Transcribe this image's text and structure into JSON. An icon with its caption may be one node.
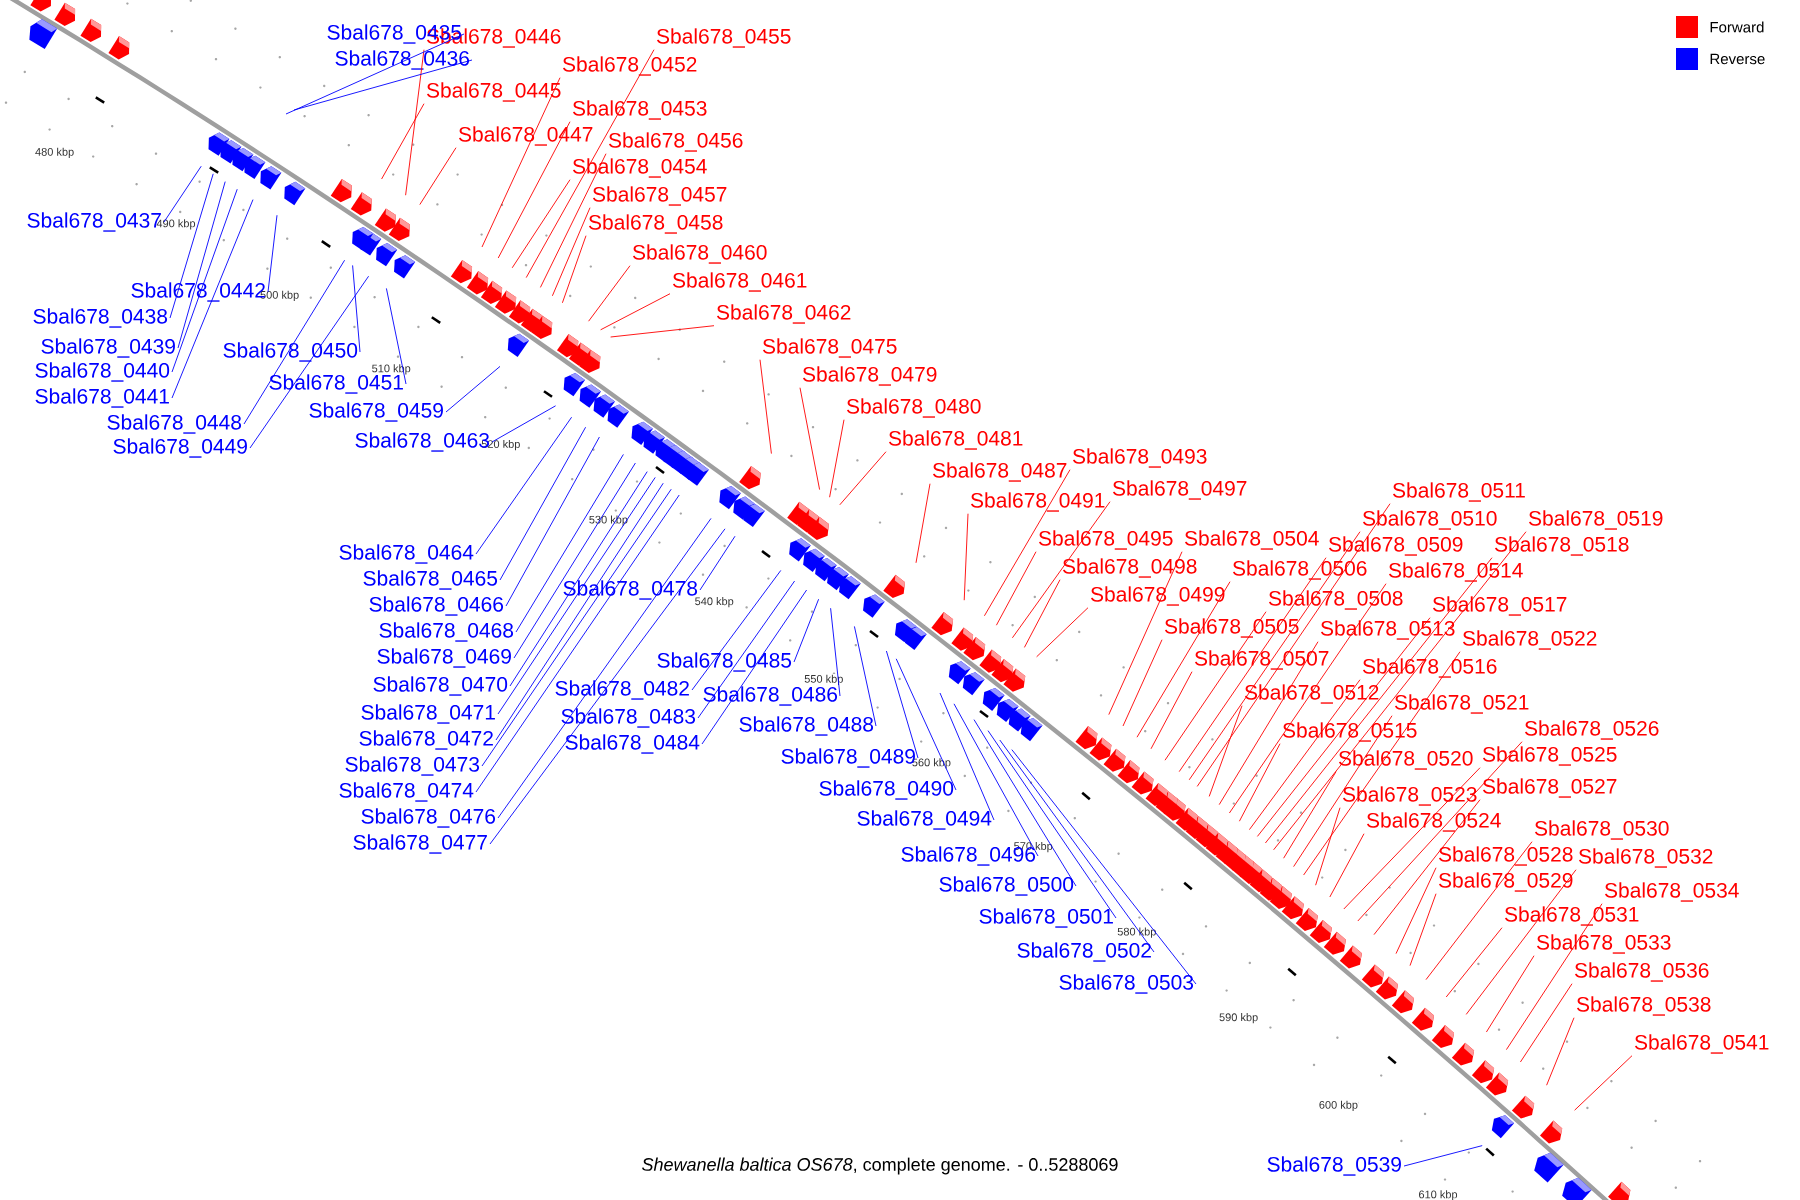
{
  "diagram": {
    "caption": "*Shewanella baltica OS678*, complete genome. - 0..5288069",
    "nodes": [
      {
        "text": [
          "Sbal678_0446"
        ]
      },
      {
        "text": [
          "Sbal678_0455"
        ]
      },
      {
        "text": [
          "Sbal678_0452"
        ]
      },
      {
        "text": [
          "Sbal678_0445"
        ]
      },
      {
        "text": [
          "Sbal678_0453"
        ]
      },
      {
        "text": [
          "Sbal678_0447"
        ]
      },
      {
        "text": [
          "Sbal678_0456"
        ]
      },
      {
        "text": [
          "Sbal678_0454"
        ]
      },
      {
        "text": [
          "Sbal678_0457"
        ]
      },
      {
        "text": [
          "Sbal678_0458"
        ]
      },
      {
        "text": [
          "Sbal678_0460"
        ]
      },
      {
        "text": [
          "Sbal678_0461"
        ]
      },
      {
        "text": [
          "Sbal678_0462"
        ]
      },
      {
        "text": [
          "Sbal678_0475"
        ]
      },
      {
        "text": [
          "Sbal678_0479"
        ]
      },
      {
        "text": [
          "Sbal678_0480"
        ]
      },
      {
        "text": [
          "Sbal678_0481"
        ]
      },
      {
        "text": [
          "Sbal678_0487"
        ]
      },
      {
        "text": [
          "Sbal678_0493"
        ]
      },
      {
        "text": [
          "Sbal678_0491"
        ]
      },
      {
        "text": [
          "Sbal678_0497"
        ]
      },
      {
        "text": [
          "Sbal678_0511"
        ]
      },
      {
        "text": [
          "Sbal678_0510"
        ]
      },
      {
        "text": [
          "Sbal678_0519"
        ]
      },
      {
        "text": [
          "Sbal678_0509"
        ]
      },
      {
        "text": [
          "Sbal678_0518"
        ]
      },
      {
        "text": [
          "Sbal678_0495"
        ]
      },
      {
        "text": [
          "Sbal678_0504"
        ]
      },
      {
        "text": [
          "Sbal678_0498"
        ]
      },
      {
        "text": [
          "Sbal678_0506"
        ]
      },
      {
        "text": [
          "Sbal678_0514"
        ]
      },
      {
        "text": [
          "Sbal678_0499"
        ]
      },
      {
        "text": [
          "Sbal678_0508"
        ]
      },
      {
        "text": [
          "Sbal678_0517"
        ]
      },
      {
        "text": [
          "Sbal678_0505"
        ]
      },
      {
        "text": [
          "Sbal678_0513"
        ]
      },
      {
        "text": [
          "Sbal678_0522"
        ]
      },
      {
        "text": [
          "Sbal678_0507"
        ]
      },
      {
        "text": [
          "Sbal678_0516"
        ]
      },
      {
        "text": [
          "Sbal678_0512"
        ]
      },
      {
        "text": [
          "Sbal678_0521"
        ]
      },
      {
        "text": [
          "Sbal678_0515"
        ]
      },
      {
        "text": [
          "Sbal678_0526"
        ]
      },
      {
        "text": [
          "Sbal678_0520"
        ]
      },
      {
        "text": [
          "Sbal678_0525"
        ]
      },
      {
        "text": [
          "Sbal678_0523"
        ]
      },
      {
        "text": [
          "Sbal678_0527"
        ]
      },
      {
        "text": [
          "Sbal678_0524"
        ]
      },
      {
        "text": [
          "Sbal678_0530"
        ]
      },
      {
        "text": [
          "Sbal678_0528"
        ]
      },
      {
        "text": [
          "Sbal678_0532"
        ]
      },
      {
        "text": [
          "Sbal678_0529"
        ]
      },
      {
        "text": [
          "Sbal678_0534"
        ]
      },
      {
        "text": [
          "Sbal678_0531"
        ]
      },
      {
        "text": [
          "Sbal678_0533"
        ]
      },
      {
        "text": [
          "Sbal678_0536"
        ]
      },
      {
        "text": [
          "Sbal678_0538"
        ]
      },
      {
        "text": [
          "Sbal678_0541"
        ]
      },
      {
        "text": [
          "Sbal678_0435"
        ]
      },
      {
        "text": [
          "Sbal678_0436"
        ]
      },
      {
        "text": [
          "Sbal678_0437"
        ]
      },
      {
        "text": [
          "Sbal678_0442"
        ]
      },
      {
        "text": [
          "Sbal678_0438"
        ]
      },
      {
        "text": [
          "Sbal678_0439"
        ]
      },
      {
        "text": [
          "Sbal678_0440"
        ]
      },
      {
        "text": [
          "Sbal678_0441"
        ]
      },
      {
        "text": [
          "Sbal678_0450"
        ]
      },
      {
        "text": [
          "Sbal678_0451"
        ]
      },
      {
        "text": [
          "Sbal678_0448"
        ]
      },
      {
        "text": [
          "Sbal678_0459"
        ]
      },
      {
        "text": [
          "Sbal678_0449"
        ]
      },
      {
        "text": [
          "Sbal678_0463"
        ]
      },
      {
        "text": [
          "Sbal678_0464"
        ]
      },
      {
        "text": [
          "Sbal678_0465"
        ]
      },
      {
        "text": [
          "Sbal678_0466"
        ]
      },
      {
        "text": [
          "Sbal678_0468"
        ]
      },
      {
        "text": [
          "Sbal678_0469"
        ]
      },
      {
        "text": [
          "Sbal678_0470"
        ]
      },
      {
        "text": [
          "Sbal678_0471"
        ]
      },
      {
        "text": [
          "Sbal678_0472"
        ]
      },
      {
        "text": [
          "Sbal678_0473"
        ]
      },
      {
        "text": [
          "Sbal678_0474"
        ]
      },
      {
        "text": [
          "Sbal678_0476"
        ]
      },
      {
        "text": [
          "Sbal678_0477"
        ]
      },
      {
        "text": [
          "Sbal678_0478"
        ]
      },
      {
        "text": [
          "Sbal678_0485"
        ]
      },
      {
        "text": [
          "Sbal678_0482"
        ]
      },
      {
        "text": [
          "Sbal678_0486"
        ]
      },
      {
        "text": [
          "Sbal678_0483"
        ]
      },
      {
        "text": [
          "Sbal678_0484"
        ]
      },
      {
        "text": [
          "Sbal678_0488"
        ]
      },
      {
        "text": [
          "Sbal678_0489"
        ]
      },
      {
        "text": [
          "Sbal678_0490"
        ]
      },
      {
        "text": [
          "Sbal678_0494"
        ]
      },
      {
        "text": [
          "Sbal678_0496"
        ]
      },
      {
        "text": [
          "Sbal678_0500"
        ]
      },
      {
        "text": [
          "Sbal678_0501"
        ]
      },
      {
        "text": [
          "Sbal678_0502"
        ]
      },
      {
        "text": [
          "Sbal678_0503"
        ]
      },
      {
        "text": [
          "Sbal678_0539"
        ]
      }
    ],
    "edges": [
      {
        "from": 0,
        "to": null,
        "arrow": "none"
      },
      {
        "from": 1,
        "to": null,
        "arrow": "none"
      },
      {
        "from": 2,
        "to": null,
        "arrow": "none"
      },
      {
        "from": 3,
        "to": null,
        "arrow": "none"
      },
      {
        "from": 4,
        "to": null,
        "arrow": "none"
      },
      {
        "from": 5,
        "to": null,
        "arrow": "none"
      },
      {
        "from": 6,
        "to": null,
        "arrow": "none"
      },
      {
        "from": 7,
        "to": null,
        "arrow": "none"
      },
      {
        "from": 8,
        "to": null,
        "arrow": "none"
      },
      {
        "from": 9,
        "to": null,
        "arrow": "none"
      },
      {
        "from": 10,
        "to": null,
        "arrow": "none"
      },
      {
        "from": 11,
        "to": null,
        "arrow": "none"
      },
      {
        "from": 12,
        "to": null,
        "arrow": "none"
      },
      {
        "from": 13,
        "to": null,
        "arrow": "none"
      },
      {
        "from": 14,
        "to": null,
        "arrow": "none"
      },
      {
        "from": 15,
        "to": null,
        "arrow": "none"
      },
      {
        "from": 16,
        "to": null,
        "arrow": "none"
      },
      {
        "from": 17,
        "to": null,
        "arrow": "none"
      },
      {
        "from": 18,
        "to": null,
        "arrow": "none"
      },
      {
        "from": 19,
        "to": null,
        "arrow": "none"
      },
      {
        "from": 20,
        "to": null,
        "arrow": "none"
      },
      {
        "from": 21,
        "to": null,
        "arrow": "none"
      },
      {
        "from": 22,
        "to": null,
        "arrow": "none"
      },
      {
        "from": 23,
        "to": null,
        "arrow": "none"
      },
      {
        "from": 24,
        "to": null,
        "arrow": "none"
      },
      {
        "from": 25,
        "to": null,
        "arrow": "none"
      },
      {
        "from": 26,
        "to": null,
        "arrow": "none"
      },
      {
        "from": 27,
        "to": null,
        "arrow": "none"
      },
      {
        "from": 28,
        "to": null,
        "arrow": "none"
      },
      {
        "from": 29,
        "to": null,
        "arrow": "none"
      },
      {
        "from": 30,
        "to": null,
        "arrow": "none"
      },
      {
        "from": 31,
        "to": null,
        "arrow": "none"
      },
      {
        "from": 32,
        "to": null,
        "arrow": "none"
      },
      {
        "from": 33,
        "to": null,
        "arrow": "none"
      },
      {
        "from": 34,
        "to": null,
        "arrow": "none"
      },
      {
        "from": 35,
        "to": null,
        "arrow": "none"
      },
      {
        "from": 36,
        "to": null,
        "arrow": "none"
      },
      {
        "from": 37,
        "to": null,
        "arrow": "none"
      },
      {
        "from": 38,
        "to": null,
        "arrow": "none"
      },
      {
        "from": 39,
        "to": null,
        "arrow": "none"
      },
      {
        "from": 40,
        "to": null,
        "arrow": "none"
      },
      {
        "from": 41,
        "to": null,
        "arrow": "none"
      },
      {
        "from": 42,
        "to": null,
        "arrow": "none"
      },
      {
        "from": 43,
        "to": null,
        "arrow": "none"
      },
      {
        "from": 44,
        "to": null,
        "arrow": "none"
      },
      {
        "from": 45,
        "to": null,
        "arrow": "none"
      },
      {
        "from": 46,
        "to": null,
        "arrow": "none"
      },
      {
        "from": 47,
        "to": null,
        "arrow": "none"
      },
      {
        "from": 48,
        "to": null,
        "arrow": "none"
      },
      {
        "from": 49,
        "to": null,
        "arrow": "none"
      },
      {
        "from": 50,
        "to": null,
        "arrow": "none"
      },
      {
        "from": 51,
        "to": null,
        "arrow": "none"
      },
      {
        "from": 52,
        "to": null,
        "arrow": "none"
      },
      {
        "from": 53,
        "to": null,
        "arrow": "none"
      },
      {
        "from": 54,
        "to": null,
        "arrow": "none"
      },
      {
        "from": 55,
        "to": null,
        "arrow": "none"
      },
      {
        "from": 56,
        "to": null,
        "arrow": "none"
      },
      {
        "from": 57,
        "to": null,
        "arrow": "none"
      },
      {
        "from": 58,
        "to": null,
        "arrow": "none",
        "color": "#0000ff"
      },
      {
        "from": 59,
        "to": null,
        "arrow": "none",
        "color": "#0000ff"
      },
      {
        "from": 60,
        "to": null,
        "arrow": "none",
        "color": "#0000ff"
      },
      {
        "from": 61,
        "to": null,
        "arrow": "none",
        "color": "#0000ff"
      },
      {
        "from": 62,
        "to": null,
        "arrow": "none",
        "color": "#0000ff"
      },
      {
        "from": 63,
        "to": null,
        "arrow": "none",
        "color": "#0000ff"
      },
      {
        "from": 64,
        "to": null,
        "arrow": "none",
        "color": "#0000ff"
      },
      {
        "from": 65,
        "to": null,
        "arrow": "none",
        "color": "#0000ff"
      },
      {
        "from": 66,
        "to": null,
        "arrow": "none",
        "color": "#0000ff"
      },
      {
        "from": 67,
        "to": null,
        "arrow": "none",
        "color": "#0000ff"
      },
      {
        "from": 68,
        "to": null,
        "arrow": "none",
        "color": "#0000ff"
      },
      {
        "from": 69,
        "to": null,
        "arrow": "none",
        "color": "#0000ff"
      },
      {
        "from": 70,
        "to": null,
        "arrow": "none",
        "color": "#0000ff"
      },
      {
        "from": 71,
        "to": null,
        "arrow": "none",
        "color": "#0000ff"
      },
      {
        "from": 72,
        "to": null,
        "arrow": "none",
        "color": "#0000ff"
      },
      {
        "from": 73,
        "to": null,
        "arrow": "none",
        "color": "#0000ff"
      },
      {
        "from": 74,
        "to": null,
        "arrow": "none",
        "color": "#0000ff"
      },
      {
        "from": 75,
        "to": null,
        "arrow": "none",
        "color": "#0000ff"
      },
      {
        "from": 76,
        "to": null,
        "arrow": "none",
        "color": "#0000ff"
      },
      {
        "from": 77,
        "to": null,
        "arrow": "none",
        "color": "#0000ff"
      },
      {
        "from": 78,
        "to": null,
        "arrow": "none",
        "color": "#0000ff"
      },
      {
        "from": 79,
        "to": null,
        "arrow": "none",
        "color": "#0000ff"
      },
      {
        "from": 80,
        "to": null,
        "arrow": "none",
        "color": "#0000ff"
      },
      {
        "from": 81,
        "to": null,
        "arrow": "none",
        "color": "#0000ff"
      },
      {
        "from": 82,
        "to": null,
        "arrow": "none",
        "color": "#0000ff"
      },
      {
        "from": 83,
        "to": null,
        "arrow": "none",
        "color": "#0000ff"
      },
      {
        "from": 84,
        "to": null,
        "arrow": "none",
        "color": "#0000ff"
      },
      {
        "from": 85,
        "to": null,
        "arrow": "none",
        "color": "#0000ff"
      },
      {
        "from": 86,
        "to": null,
        "arrow": "none",
        "color": "#0000ff"
      },
      {
        "from": 87,
        "to": null,
        "arrow": "none",
        "color": "#0000ff"
      },
      {
        "from": 88,
        "to": null,
        "arrow": "none",
        "color": "#0000ff"
      },
      {
        "from": 89,
        "to": null,
        "arrow": "none",
        "color": "#0000ff"
      },
      {
        "from": 90,
        "to": null,
        "arrow": "none",
        "color": "#0000ff"
      },
      {
        "from": 91,
        "to": null,
        "arrow": "none",
        "color": "#0000ff"
      },
      {
        "from": 92,
        "to": null,
        "arrow": "none",
        "color": "#0000ff"
      },
      {
        "from": 93,
        "to": null,
        "arrow": "none",
        "color": "#0000ff"
      },
      {
        "from": 94,
        "to": null,
        "arrow": "none",
        "color": "#0000ff"
      },
      {
        "from": 95,
        "to": null,
        "arrow": "none",
        "color": "#0000ff"
      },
      {
        "from": 96,
        "to": null,
        "arrow": "none",
        "color": "#0000ff"
      },
      {
        "from": 97,
        "to": null,
        "arrow": "none",
        "color": "#0000ff"
      },
      {
        "from": 98,
        "to": null,
        "arrow": "none",
        "color": "#0000ff"
      },
      {
        "from": 99,
        "to": null,
        "arrow": "none",
        "color": "#0000ff"
      }
    ],
    "labels": [
      "480 kbp",
      "490 kbp",
      "500 kbp",
      "510 kbp",
      "520 kbp",
      "530 kbp",
      "540 kbp",
      "550 kbp",
      "560 kbp",
      "570 kbp",
      "580 kbp",
      "590 kbp",
      "600 kbp",
      "610 kbp"
    ],
    "legend": [
      {
        "text": "Forward",
        "color": "#ff0000"
      },
      {
        "text": "Reverse",
        "color": "#0000ff"
      }
    ]
  }
}
